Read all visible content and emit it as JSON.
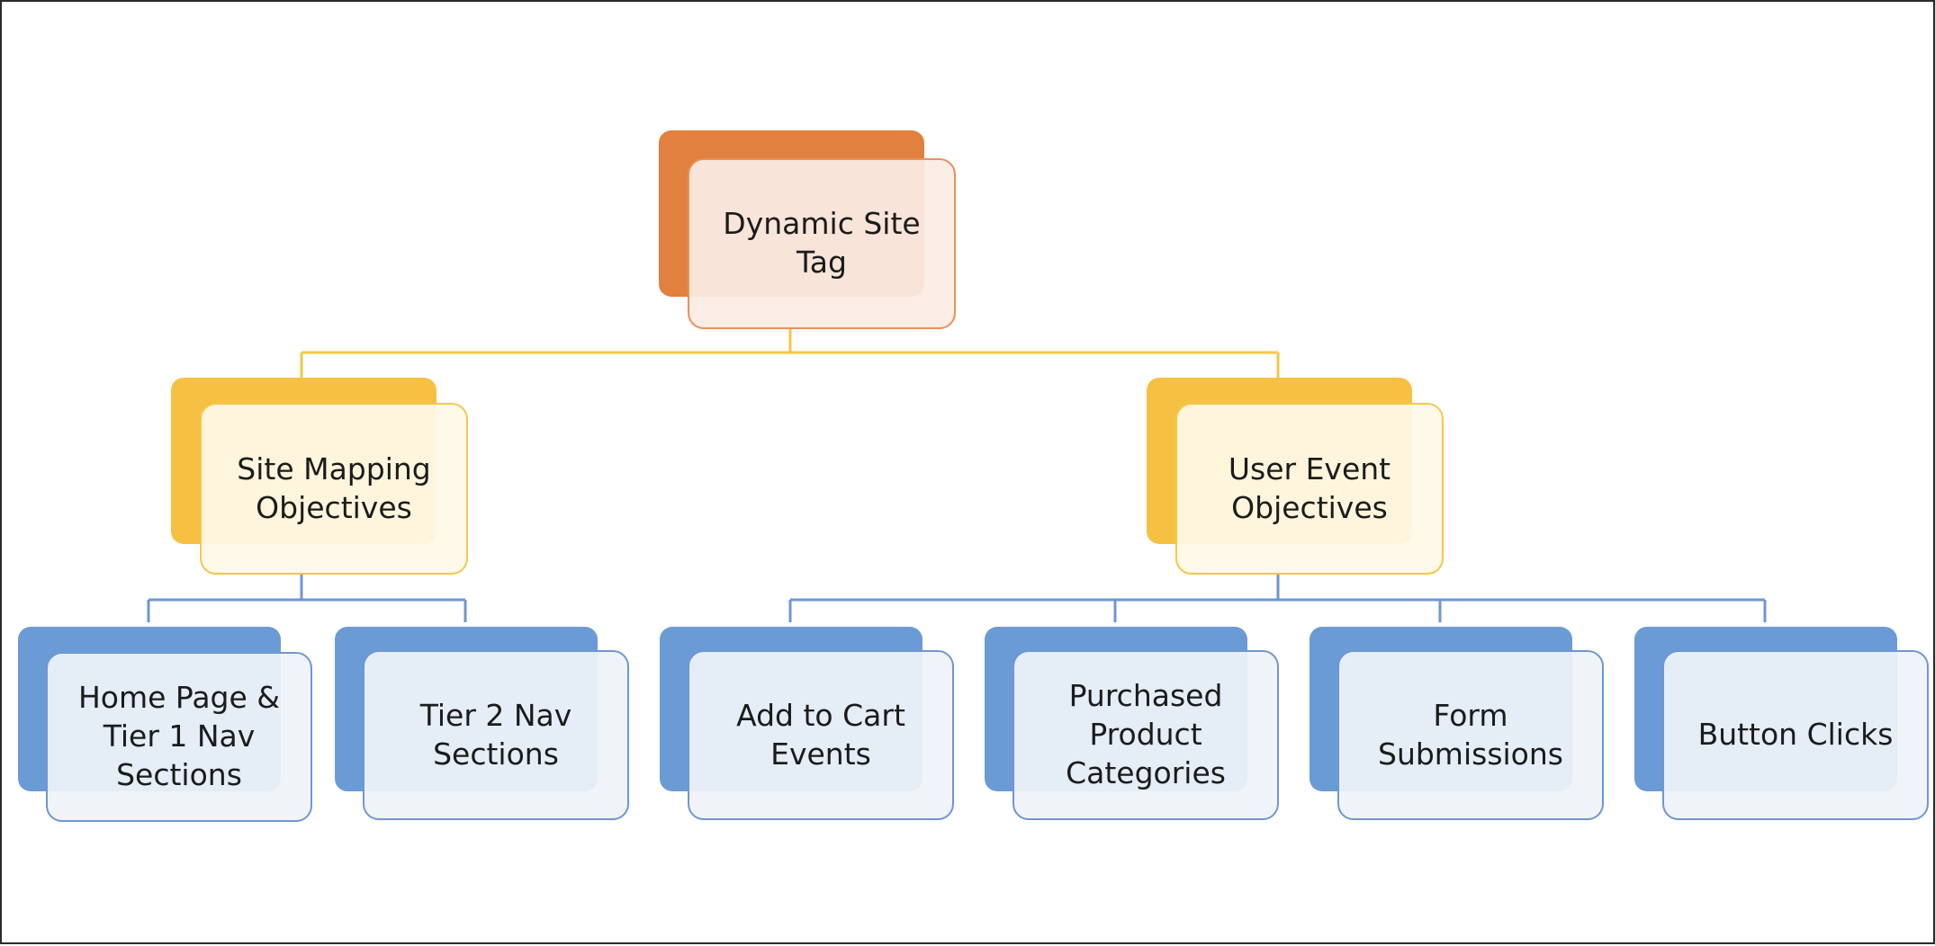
{
  "diagram": {
    "root": {
      "label": "Dynamic Site\nTag"
    },
    "branches": [
      {
        "label": "Site Mapping\nObjectives",
        "children": [
          {
            "label": "Home Page &\nTier 1 Nav\nSections"
          },
          {
            "label": "Tier 2 Nav\nSections"
          }
        ]
      },
      {
        "label": "User Event\nObjectives",
        "children": [
          {
            "label": "Add to Cart\nEvents"
          },
          {
            "label": "Purchased\nProduct\nCategories"
          },
          {
            "label": "Form\nSubmissions"
          },
          {
            "label": "Button Clicks"
          }
        ]
      }
    ]
  },
  "colors": {
    "level1": "#e1803f",
    "level2": "#f6c143",
    "level3": "#6a9bd4",
    "connector_top": "#f5c748",
    "connector_bottom": "#6f96d3"
  }
}
